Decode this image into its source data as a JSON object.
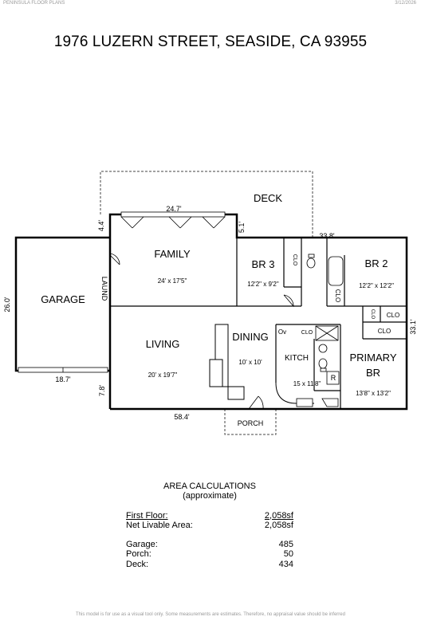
{
  "header": {
    "left": "PENINSULA FLOOR PLANS",
    "right": "3/12/2026"
  },
  "title": "1976 LUZERN STREET, SEASIDE, CA 93955",
  "rooms": {
    "deck": "DECK",
    "family": "FAMILY",
    "family_dim": "24' x 17'5\"",
    "br3": "BR 3",
    "br3_dim": "12'2\" x 9'2\"",
    "br2": "BR 2",
    "br2_dim": "12'2\" x 12'2\"",
    "garage": "GARAGE",
    "laund": "LAUND",
    "living": "LIVING",
    "living_dim": "20' x 19'7\"",
    "dining": "DINING",
    "dining_dim": "10' x 10'",
    "kitch": "KITCH",
    "kitch_dim": "15 x 11'8\"",
    "primary1": "PRIMARY",
    "primary2": "BR",
    "primary_dim": "13'8\" x 13'2\"",
    "porch": "PORCH",
    "oven": "Ov",
    "fridge": "R"
  },
  "closets": {
    "clo_br3": "CLO",
    "clo_bath": "CLO",
    "clo_kitch": "CLO",
    "clo_br2a": "CLO",
    "clo_br2b": "CLO",
    "clo_small": "CLO"
  },
  "dimensions": {
    "family_top": "24.7'",
    "deck_side": "4.4'",
    "family_right": "5.1'",
    "top_right": "33.8'",
    "garage_left": "26.0'",
    "garage_bottom": "18.7'",
    "living_left": "7.8'",
    "bottom": "58.4'",
    "right": "33.1'"
  },
  "area": {
    "title": "AREA CALCULATIONS",
    "subtitle": "(approximate)",
    "rows1": [
      {
        "label": "First Floor:",
        "value": "2,058sf"
      },
      {
        "label": "Net Livable Area:",
        "value": "2,058sf"
      }
    ],
    "rows2": [
      {
        "label": "Garage:",
        "value": "485"
      },
      {
        "label": "Porch:",
        "value": "50"
      },
      {
        "label": "Deck:",
        "value": "434"
      }
    ]
  },
  "footer": "This model is for use as a visual tool only. Some measurements are estimates. Therefore, no appraisal value should be inferred"
}
